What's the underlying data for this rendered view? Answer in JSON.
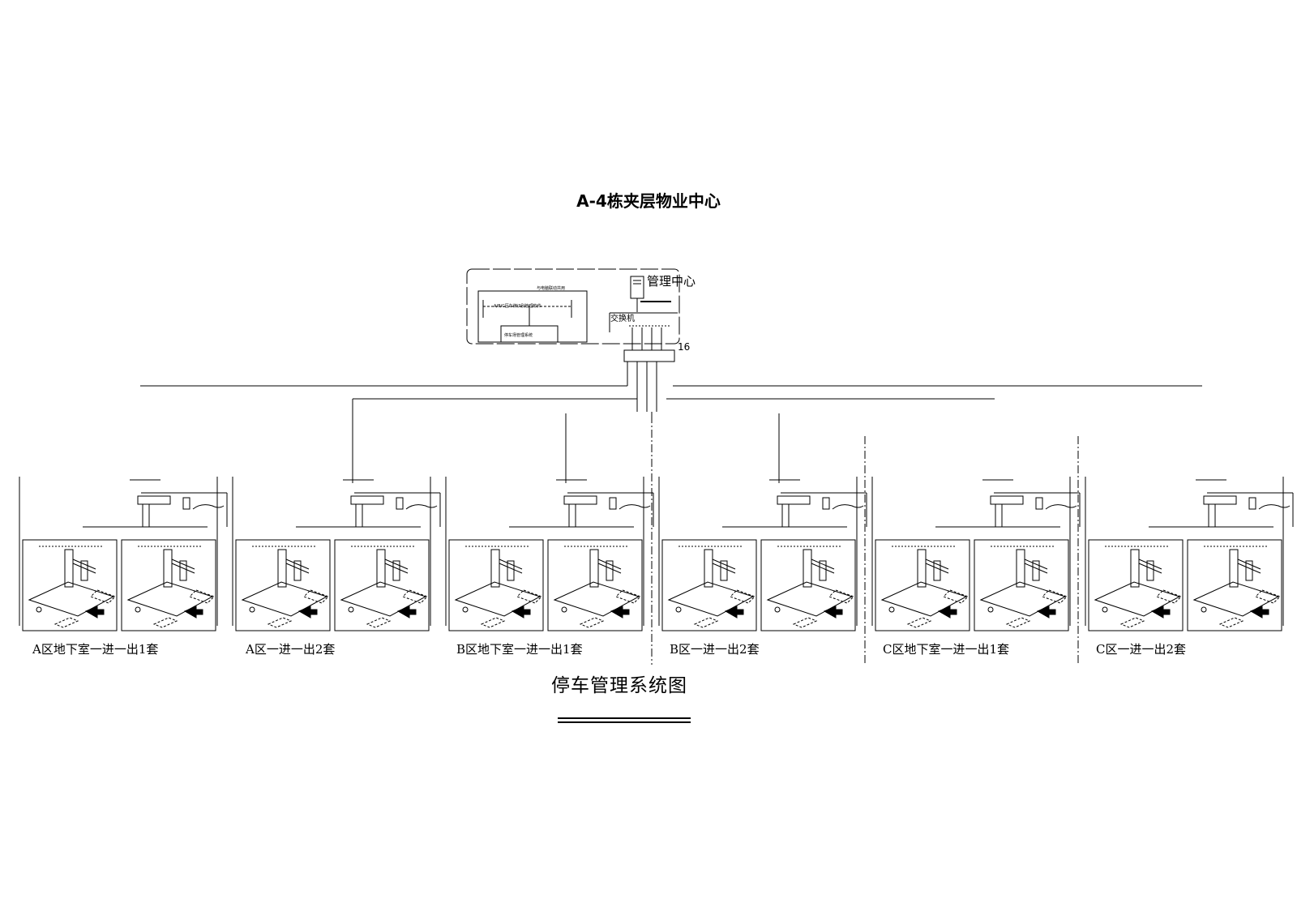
{
  "header": {
    "title": "A-4栋夹层物业中心"
  },
  "management_center": {
    "label": "管理中心",
    "switch_label": "交换机",
    "panel_label": "与电脑联动共用",
    "panel_note": "A/B/C区车牌识别管理软件",
    "sub_box_label": "停车场管理系统",
    "port_count": "16"
  },
  "zones": [
    {
      "caption": "A区地下室一进一出1套"
    },
    {
      "caption": "A区一进一出2套"
    },
    {
      "caption": "B区地下室一进一出1套"
    },
    {
      "caption": "B区一进一出2套"
    },
    {
      "caption": "C区地下室一进一出1套"
    },
    {
      "caption": "C区一进一出2套"
    }
  ],
  "footer": {
    "title": "停车管理系统图"
  },
  "colors": {
    "line": "#000000",
    "background": "#ffffff"
  }
}
